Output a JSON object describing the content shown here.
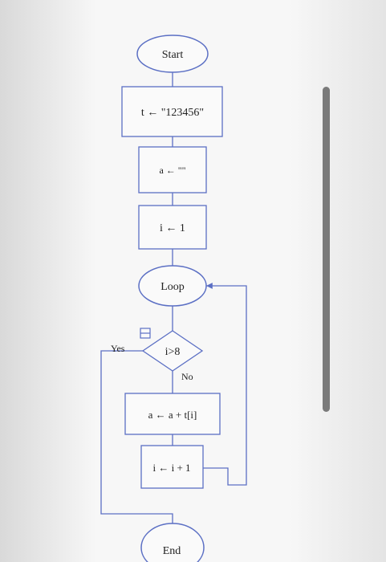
{
  "flowchart": {
    "start": "Start",
    "assign_t": "t ← \"123456\"",
    "assign_a": "a ← \"\"",
    "assign_i": "i ← 1",
    "loop": "Loop",
    "condition": "i>8",
    "yes_label": "Yes",
    "no_label": "No",
    "append": "a ← a + t[i]",
    "increment": "i ← i + 1",
    "end": "End"
  },
  "colors": {
    "page": "#f6f6f6",
    "outline": "#5b6fc4",
    "connector": "#5b6fc4",
    "scrollbar": "#7a7a7a"
  },
  "icons": {
    "collapse": "collapse-toggle-icon"
  }
}
